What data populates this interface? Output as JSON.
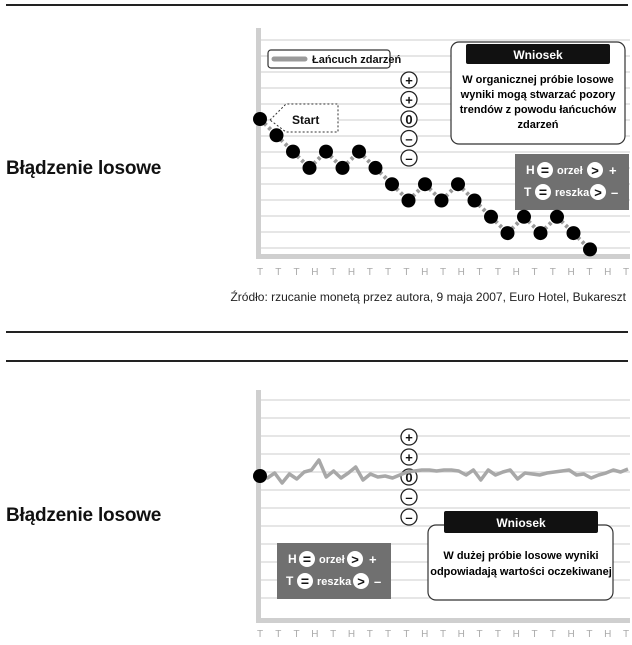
{
  "panels": [
    {
      "side_title": "Błądzenie losowe",
      "legend_label": "Łańcuch zdarzeń",
      "start_label": "Start",
      "conclusion_title": "Wniosek",
      "conclusion_lines": [
        "W organicznej próbie losowe",
        "wyniki mogą stwarzać pozory",
        "trendów z powodu łańcuchów",
        "zdarzeń"
      ],
      "key": {
        "h_letter": "H",
        "h_word": "orzeł",
        "h_sign": "+",
        "t_letter": "T",
        "t_word": "reszka",
        "t_sign": "–"
      },
      "scale_labels": [
        "+",
        "+",
        "0",
        "–",
        "–"
      ],
      "source": "Źródło: rzucanie monetą przez autora, 9 maja 2007, Euro Hotel, Bukareszt"
    },
    {
      "side_title": "Błądzenie losowe",
      "conclusion_title": "Wniosek",
      "conclusion_lines": [
        "W dużej próbie losowe wyniki",
        "odpowiadają wartości oczekiwanej"
      ],
      "key": {
        "h_letter": "H",
        "h_word": "orzeł",
        "h_sign": "+",
        "t_letter": "T",
        "t_word": "reszka",
        "t_sign": "–"
      },
      "scale_labels": [
        "+",
        "+",
        "0",
        "–",
        "–"
      ]
    }
  ],
  "chart_data": [
    {
      "type": "scatter",
      "title": "",
      "categories": [
        "T",
        "T",
        "T",
        "H",
        "T",
        "H",
        "T",
        "T",
        "T",
        "H",
        "T",
        "H",
        "T",
        "T",
        "H",
        "T",
        "T",
        "H",
        "T",
        "H",
        "T"
      ],
      "values": [
        0,
        -1,
        -2,
        -3,
        -2,
        -3,
        -2,
        -3,
        -4,
        -5,
        -4,
        -5,
        -4,
        -5,
        -6,
        -7,
        -6,
        -7,
        -6,
        -7,
        -8
      ],
      "series": [
        {
          "name": "Łańcuch zdarzeń",
          "values": [
            0,
            -1,
            -2,
            -3,
            -2,
            -3,
            -2,
            -3,
            -4,
            -5,
            -4,
            -5,
            -4,
            -5,
            -6,
            -7,
            -6,
            -7,
            -6,
            -7,
            -8
          ]
        }
      ],
      "legend_position": "top-left",
      "grid": true,
      "colors": {
        "points": "#000000",
        "chain": "#9a9a9a",
        "grid": "#d8d8d8"
      }
    },
    {
      "type": "line",
      "title": "",
      "categories": [
        "T",
        "T",
        "T",
        "H",
        "T",
        "H",
        "T",
        "T",
        "T",
        "H",
        "T",
        "H",
        "T",
        "T",
        "H",
        "T",
        "T",
        "H",
        "T",
        "H",
        "T"
      ],
      "values": [
        0,
        -0.1,
        0.15,
        -0.35,
        0.1,
        -0.15,
        0.2,
        0.3,
        0.8,
        -0.05,
        0.25,
        -0.1,
        0.15,
        0.45,
        -0.2,
        0.1,
        -0.05,
        0.0,
        -0.1,
        0.05,
        0.2,
        0.25,
        0.3,
        0.3,
        0.25,
        0.3,
        0.3,
        0.25,
        0.05,
        0.3,
        -0.2,
        0.3,
        0.05,
        0.2,
        0.3,
        -0.15,
        0.15,
        0.1,
        0.05,
        0.15,
        0.2,
        0.25,
        0.3,
        0.05,
        0.1,
        -0.1,
        0.05,
        0.15,
        0.3,
        0.2,
        0.35
      ],
      "grid": true,
      "colors": {
        "line": "#a8a8a8",
        "start_point": "#000000",
        "grid": "#d8d8d8"
      }
    }
  ]
}
